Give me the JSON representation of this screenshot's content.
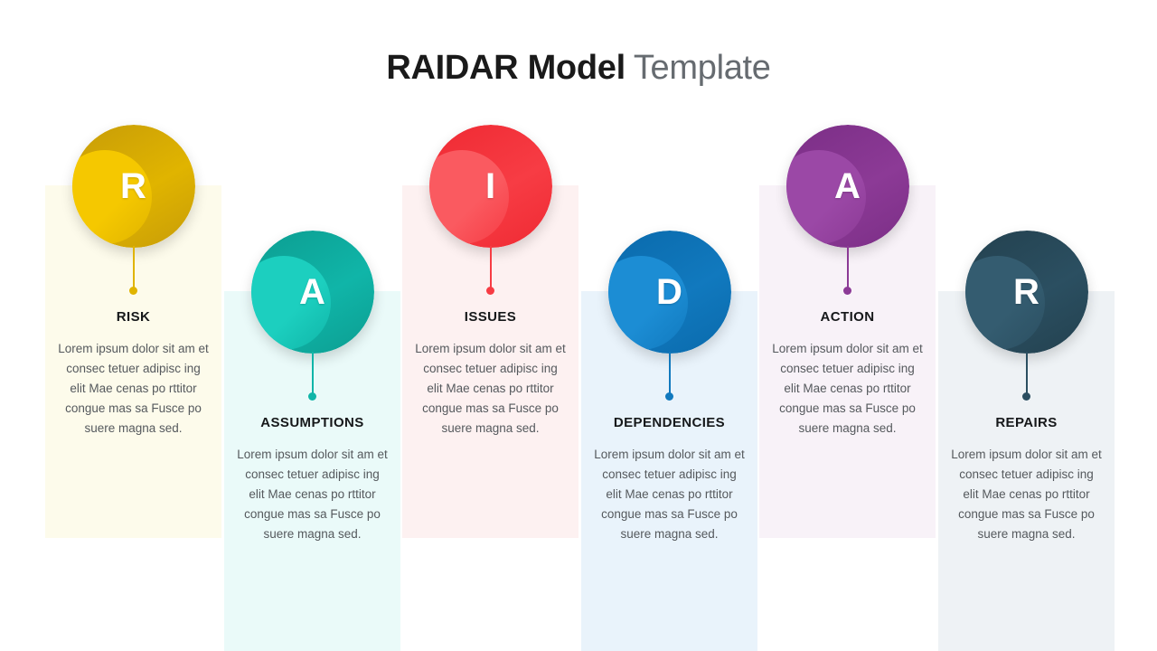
{
  "header": {
    "title_strong": "RAIDAR Model",
    "title_light": "Template"
  },
  "colors": {
    "title_strong": "#1a1a1a",
    "title_light": "#666b70",
    "body_text": "#55595d"
  },
  "items": [
    {
      "letter": "R",
      "title": "RISK",
      "body": "Lorem ipsum dolor sit am et consec tetuer adipisc ing elit Mae cenas po rttitor congue mas sa Fusce po suere magna sed.",
      "accent": "#E0B400",
      "accent_dark": "#C79C08",
      "accent_light": "#F5C800",
      "card_bg": "#FDFBEB",
      "row": "top"
    },
    {
      "letter": "A",
      "title": "ASSUMPTIONS",
      "body": "Lorem ipsum dolor sit am et consec tetuer adipisc ing elit Mae cenas po rttitor congue mas sa Fusce po suere magna sed.",
      "accent": "#10B5A8",
      "accent_dark": "#0C9D91",
      "accent_light": "#1CCFBF",
      "card_bg": "#EAFAF9",
      "row": "bottom"
    },
    {
      "letter": "I",
      "title": "ISSUES",
      "body": "Lorem ipsum dolor sit am et consec tetuer adipisc ing elit Mae cenas po rttitor congue mas sa Fusce po suere magna sed.",
      "accent": "#F73C44",
      "accent_dark": "#EF2A33",
      "accent_light": "#FA5A60",
      "card_bg": "#FDF1F1",
      "row": "top"
    },
    {
      "letter": "D",
      "title": "DEPENDENCIES",
      "body": "Lorem ipsum dolor sit am et consec tetuer adipisc ing elit Mae cenas po rttitor congue mas sa Fusce po suere magna sed.",
      "accent": "#1179BE",
      "accent_dark": "#0A6AAC",
      "accent_light": "#1C8DD4",
      "card_bg": "#E9F3FB",
      "row": "bottom"
    },
    {
      "letter": "A",
      "title": "ACTION",
      "body": "Lorem ipsum dolor sit am et consec tetuer adipisc ing elit Mae cenas po rttitor congue mas sa Fusce po suere magna sed.",
      "accent": "#8C3A96",
      "accent_dark": "#7B2E86",
      "accent_light": "#9B48A6",
      "card_bg": "#F8F2F8",
      "row": "top"
    },
    {
      "letter": "R",
      "title": "REPAIRS",
      "body": "Lorem ipsum dolor sit am et consec tetuer adipisc ing elit Mae cenas po rttitor congue mas sa Fusce po suere magna sed.",
      "accent": "#2B4F61",
      "accent_dark": "#23414F",
      "accent_light": "#345C70",
      "card_bg": "#EEF2F5",
      "row": "bottom"
    }
  ]
}
